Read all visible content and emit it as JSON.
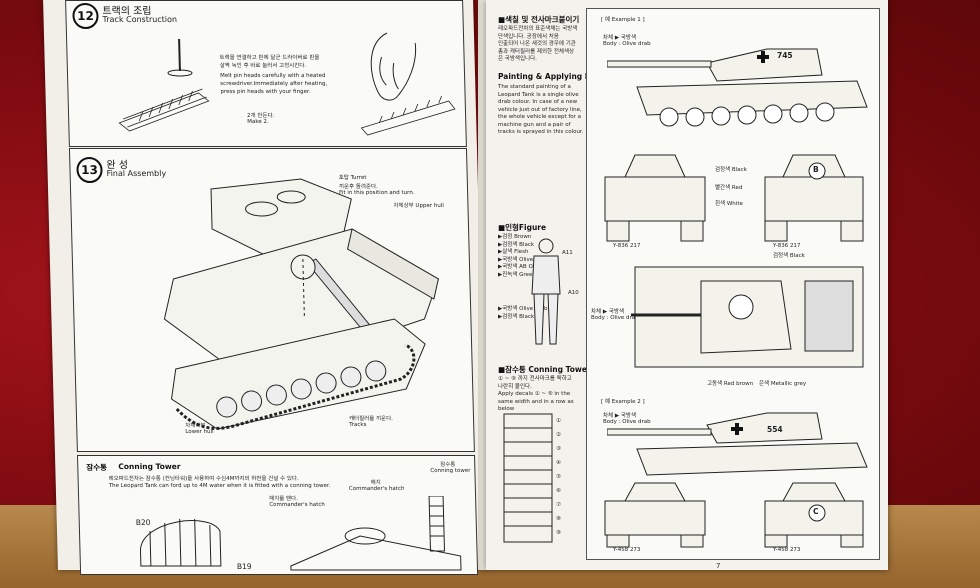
{
  "left_page": {
    "step12": {
      "number": "12",
      "title_kr": "트랙의 조립",
      "title_en": "Track Construction",
      "text_kr_1": "트랙을 연결하고 핀에 달군 드라이버로 핀을",
      "text_kr_2": "살짝 녹인 후 바로 눌러서 고정시킨다.",
      "text_en_1": "Melt pin heads carefully with a heated",
      "text_en_2": "screwdriver.Immediately after heating,",
      "text_en_3": "press pin heads with your finger.",
      "make_kr": "2개 만든다.",
      "make_en": "Make 2."
    },
    "step13": {
      "number": "13",
      "title_kr": "완 성",
      "title_en": "Final Assembly",
      "turret_kr": "포탑 Turret",
      "turret_note_kr": "끼운후 돌려준다.",
      "turret_note_en": "Fit in this position and turn.",
      "upper_hull": "차체상부 Upper hull",
      "lower_kr": "차체하부",
      "lower_en": "Lower hull",
      "tracks_kr": "캐터필러를 끼운다.",
      "tracks_en": "Tracks"
    },
    "conning": {
      "title_kr": "잠수통",
      "title_en": "Conning Tower",
      "text_kr": "레오파드전차는 잠수통 (컨닝타워)을 사용하여 수심4M까지의 하천을 건널 수 있다.",
      "text_en": "The Leopard Tank can ford up to 4M water when it is fitted with a conning tower.",
      "hatch_kr_1": "해치를 뗀다.",
      "hatch_en_1": "Commander's hatch",
      "hatch_kr_2": "해치",
      "hatch_en_2": "Commander's hatch",
      "tower_kr": "잠수통",
      "tower_en": "Conning tower",
      "part_b20": "B20",
      "part_b19": "B19"
    }
  },
  "right_page": {
    "decal": {
      "title_kr": "■색칠 및 전사마크붙이기",
      "intro_kr_1": "레오파드전차의 표준색채는 국방색",
      "intro_kr_2": "단색입니다. 공장에서 처음",
      "intro_kr_3": "인출되어 나온 새것의 경우에 기관",
      "intro_kr_4": "총과 캐터필러를 제외한 전체색상",
      "intro_kr_5": "은 국방색입니다.",
      "title_en": "Painting & Applying Decals",
      "text_en_1": "The standard painting of a",
      "text_en_2": "Leopard Tank is a single olive",
      "text_en_3": "drab colour. In case of a new",
      "text_en_4": "vehicle just out of factory line,",
      "text_en_5": "the whole vehicle except for a",
      "text_en_6": "machine gun and a pair of",
      "text_en_7": "tracks is sprayed in this colour."
    },
    "figure": {
      "title": "■인형Figure",
      "items": [
        "▶검정 Brown",
        "▶검정색 Black",
        "▶살색 Flesh",
        "▶국방색 Olive drab",
        "▶국방색 AB Olive drab",
        "▶진녹색 Green"
      ],
      "lower_items": [
        "▶국방색 Olive drab",
        "▶검정색 Black"
      ],
      "a11": "A11",
      "a10": "A10"
    },
    "conning_marks": {
      "title": "■잠수통 Conning Tower",
      "text_kr_1": "① ~ ⑨ 까지 전사마크를 쭉하고",
      "text_kr_2": "나란히 붙인다.",
      "text_en_1": "Apply decals ① ~ ⑨ in the",
      "text_en_2": "same width and in a row as",
      "text_en_3": "below",
      "numbers": [
        "①",
        "②",
        "③",
        "④",
        "⑤",
        "⑥",
        "⑦",
        "⑧",
        "⑨"
      ]
    },
    "example1": {
      "title": "[ 예 Example 1 ]",
      "color_kr": "차체 ▶ 국방색",
      "color_en": "Body : Olive drab",
      "number": "745",
      "mark": "B",
      "plate1": "Y-836 217",
      "plate2": "Y-836 217",
      "legend_black": "검정색 Black",
      "legend_red": "빨간색 Red",
      "legend_white": "흰색 White",
      "legend_black2": "검정색 Black"
    },
    "top_view": {
      "color_kr": "차체 ▶ 국방색",
      "color_en": "Body : Olive drab",
      "brown": "고동색 Red brown",
      "metal": "은색  Metallic grey"
    },
    "example2": {
      "title": "[ 예 Example 2 ]",
      "color_kr": "차체 ▶ 국방색",
      "color_en": "Body : Olive drab",
      "number": "554",
      "mark": "C",
      "plate1": "Y-458 273",
      "plate2": "Y-458 273"
    },
    "page_no": "7"
  }
}
